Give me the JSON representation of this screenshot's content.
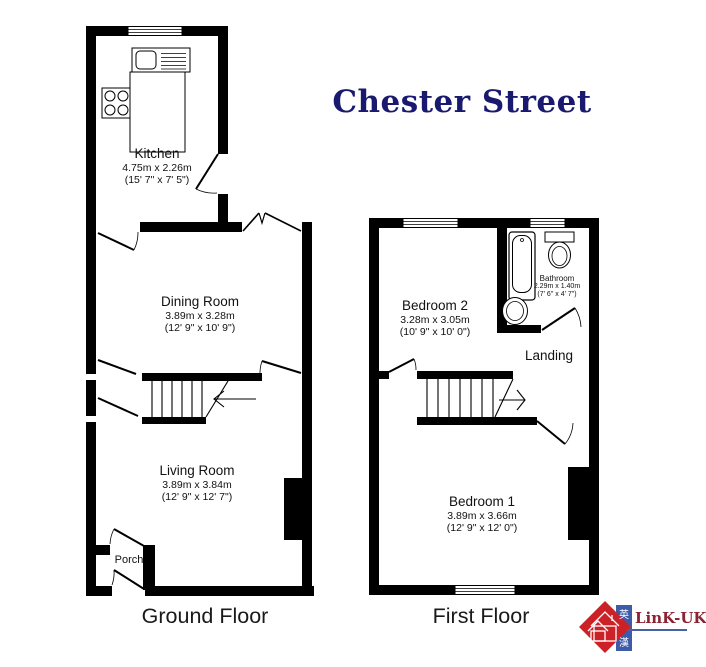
{
  "title": "Chester Street",
  "colors": {
    "title": "#191970",
    "wall": "#000000",
    "logo_red": "#cc2127",
    "logo_blue": "#3d5ba9",
    "logo_text": "#8b2332"
  },
  "ground_floor": {
    "label": "Ground Floor",
    "rooms": [
      {
        "name": "Kitchen",
        "metric": "4.75m x 2.26m",
        "imperial": "(15' 7\" x 7' 5\")"
      },
      {
        "name": "Dining Room",
        "metric": "3.89m x 3.28m",
        "imperial": "(12' 9\" x 10' 9\")"
      },
      {
        "name": "Living Room",
        "metric": "3.89m x 3.84m",
        "imperial": "(12' 9\" x 12' 7\")"
      },
      {
        "name": "Porch"
      }
    ]
  },
  "first_floor": {
    "label": "First Floor",
    "rooms": [
      {
        "name": "Bedroom 2",
        "metric": "3.28m x 3.05m",
        "imperial": "(10' 9\" x 10' 0\")"
      },
      {
        "name": "Bathroom",
        "metric": "2.29m x 1.40m",
        "imperial": "(7' 6\" x 4' 7\")"
      },
      {
        "name": "Landing"
      },
      {
        "name": "Bedroom 1",
        "metric": "3.89m x 3.66m",
        "imperial": "(12' 9\" x 12' 0\")"
      }
    ]
  },
  "logo": {
    "text": "LinK-UK",
    "cjk_top": "英",
    "cjk_bottom": "漢"
  }
}
